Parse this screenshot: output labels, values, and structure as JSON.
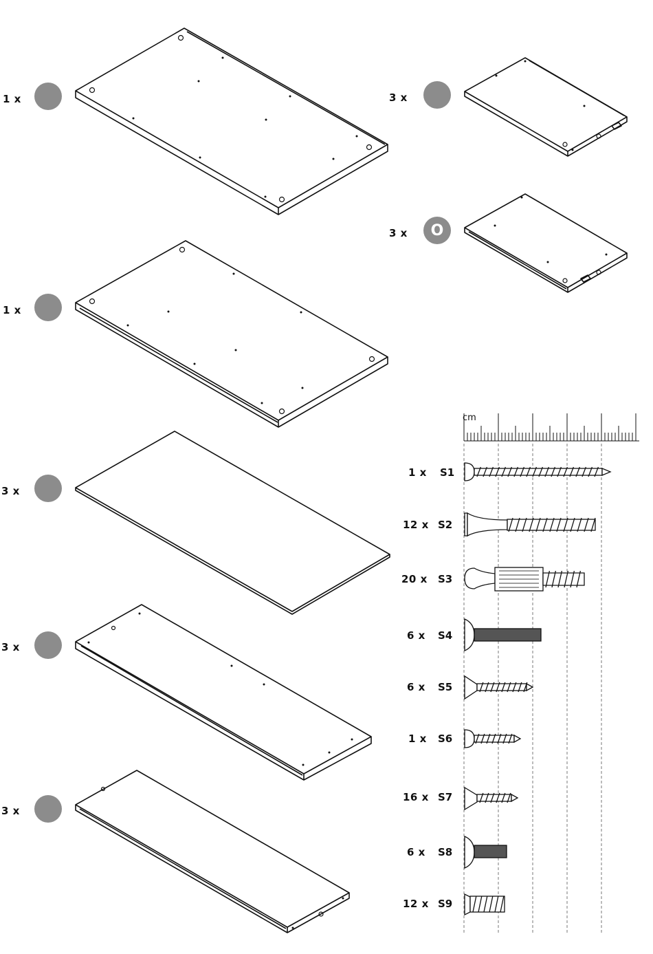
{
  "parts": [
    {
      "qty": "1 x",
      "badge": ""
    },
    {
      "qty": "1 x",
      "badge": ""
    },
    {
      "qty": "3 x",
      "badge": ""
    },
    {
      "qty": "3 x",
      "badge": ""
    },
    {
      "qty": "3 x",
      "badge": ""
    },
    {
      "qty": "3 x",
      "badge": ""
    },
    {
      "qty": "3 x",
      "badge": "O"
    }
  ],
  "ruler": {
    "unit": "cm"
  },
  "hardware": [
    {
      "qty": "1 x",
      "code": "S1",
      "icon": "pan-head-screw-icon"
    },
    {
      "qty": "12 x",
      "code": "S2",
      "icon": "confirmat-screw-icon"
    },
    {
      "qty": "20 x",
      "code": "S3",
      "icon": "cam-bolt-dowel-icon"
    },
    {
      "qty": "6 x",
      "code": "S4",
      "icon": "machine-bolt-icon"
    },
    {
      "qty": "6 x",
      "code": "S5",
      "icon": "countersunk-screw-icon"
    },
    {
      "qty": "1 x",
      "code": "S6",
      "icon": "short-pan-screw-icon"
    },
    {
      "qty": "16 x",
      "code": "S7",
      "icon": "short-countersunk-screw-icon"
    },
    {
      "qty": "6 x",
      "code": "S8",
      "icon": "short-machine-bolt-icon"
    },
    {
      "qty": "12 x",
      "code": "S9",
      "icon": "insert-sleeve-icon"
    }
  ],
  "colors": {
    "badge": "#8c8c8c",
    "line": "#111111"
  }
}
